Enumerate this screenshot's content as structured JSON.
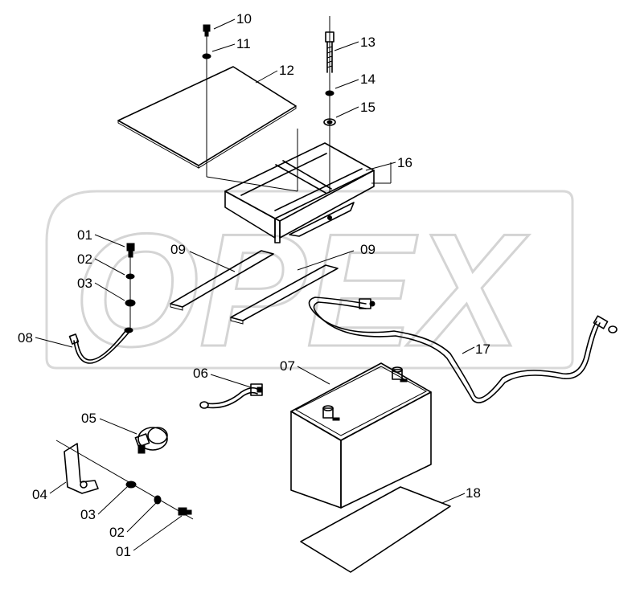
{
  "watermark": {
    "text": "OPEX"
  },
  "callouts": [
    {
      "id": "c10",
      "text": "10"
    },
    {
      "id": "c11",
      "text": "11"
    },
    {
      "id": "c12",
      "text": "12"
    },
    {
      "id": "c13",
      "text": "13"
    },
    {
      "id": "c14",
      "text": "14"
    },
    {
      "id": "c15",
      "text": "15"
    },
    {
      "id": "c16",
      "text": "16"
    },
    {
      "id": "c01a",
      "text": "01"
    },
    {
      "id": "c02a",
      "text": "02"
    },
    {
      "id": "c03a",
      "text": "03"
    },
    {
      "id": "c09a",
      "text": "09"
    },
    {
      "id": "c09b",
      "text": "09"
    },
    {
      "id": "c08",
      "text": "08"
    },
    {
      "id": "c17",
      "text": "17"
    },
    {
      "id": "c06",
      "text": "06"
    },
    {
      "id": "c07",
      "text": "07"
    },
    {
      "id": "c05",
      "text": "05"
    },
    {
      "id": "c04",
      "text": "04"
    },
    {
      "id": "c03b",
      "text": "03"
    },
    {
      "id": "c02b",
      "text": "02"
    },
    {
      "id": "c01b",
      "text": "01"
    },
    {
      "id": "c18",
      "text": "18"
    }
  ]
}
